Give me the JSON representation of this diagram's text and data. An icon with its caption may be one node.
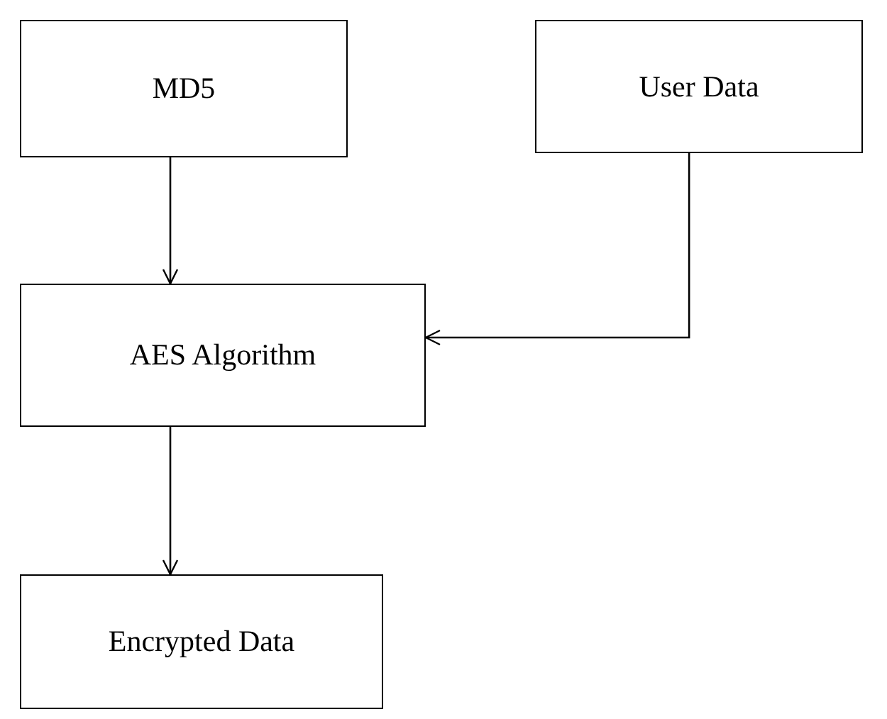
{
  "diagram": {
    "nodes": [
      {
        "text": [
          "MD5"
        ]
      },
      {
        "text": [
          "User Data"
        ]
      },
      {
        "text": [
          "AES Algorithm"
        ]
      },
      {
        "text": [
          "Encrypted Data"
        ]
      }
    ],
    "edges": [
      {
        "from": 0,
        "to": 2,
        "arrow": "to"
      },
      {
        "from": 1,
        "to": 2,
        "arrow": "to"
      },
      {
        "from": 2,
        "to": 3,
        "arrow": "to"
      }
    ]
  }
}
